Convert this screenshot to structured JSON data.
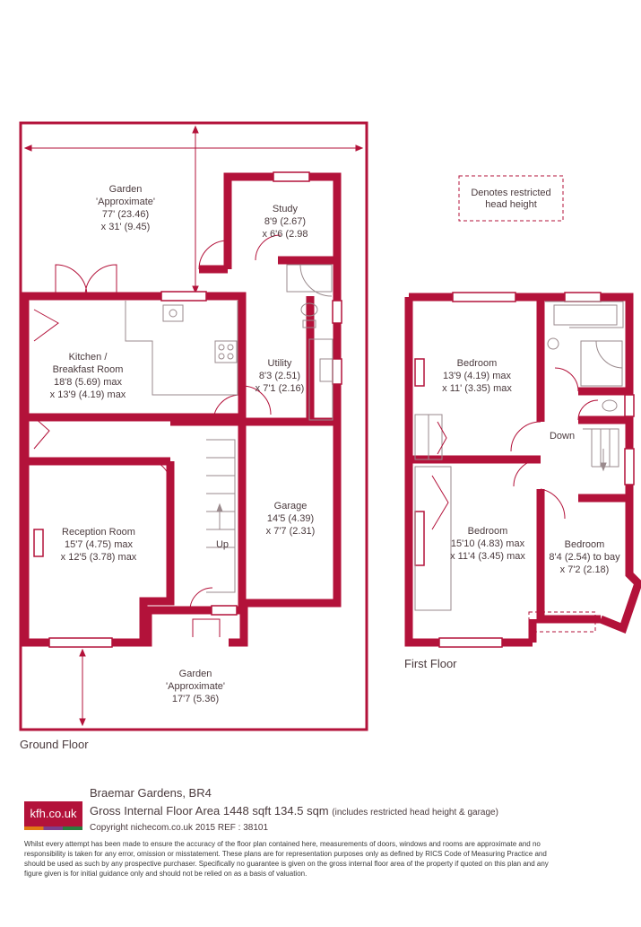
{
  "rooms": {
    "garden_top": {
      "name": "Garden",
      "note": "'Approximate'",
      "dim1": "77' (23.46)",
      "dim2": "x 31' (9.45)"
    },
    "study": {
      "name": "Study",
      "dim1": "8'9 (2.67)",
      "dim2": "x 6'6 (2.98"
    },
    "kitchen": {
      "name1": "Kitchen /",
      "name2": "Breakfast Room",
      "dim1": "18'8 (5.69) max",
      "dim2": "x 13'9 (4.19) max"
    },
    "utility": {
      "name": "Utility",
      "dim1": "8'3 (2.51)",
      "dim2": "x 7'1 (2.16)"
    },
    "garage": {
      "name": "Garage",
      "dim1": "14'5 (4.39)",
      "dim2": "x 7'7 (2.31)"
    },
    "reception": {
      "name": "Reception Room",
      "dim1": "15'7 (4.75) max",
      "dim2": "x 12'5 (3.78) max"
    },
    "garden_bottom": {
      "name": "Garden",
      "note": "'Approximate'",
      "dim": "17'7 (5.36)"
    },
    "bedroom1": {
      "name": "Bedroom",
      "dim1": "13'9 (4.19) max",
      "dim2": "x 11' (3.35) max"
    },
    "bedroom2": {
      "name": "Bedroom",
      "dim1": "15'10 (4.83) max",
      "dim2": "x 11'4 (3.45) max"
    },
    "bedroom3": {
      "name": "Bedroom",
      "dim1": "8'4 (2.54) to bay",
      "dim2": "x 7'2 (2.18)"
    }
  },
  "stairs": {
    "up": "Up",
    "down": "Down"
  },
  "legend": {
    "line1": "Denotes restricted",
    "line2": "head height"
  },
  "floors": {
    "ground": "Ground Floor",
    "first": "First Floor"
  },
  "footer": {
    "logo": "kfh.co.uk",
    "address": "Braemar Gardens, BR4",
    "area": "Gross Internal Floor Area 1448 sqft 134.5 sqm",
    "area_note": "(includes restricted head height & garage)",
    "copyright": "Copyright nichecom.co.uk 2015 REF : 38101",
    "disclaimer": "Whilst every attempt has been made to ensure the accuracy of the floor plan contained here, measurements of doors, windows and rooms are approximate and no responsibility is taken for any error, omission or misstatement. These plans are for representation purposes only as defined by RICS Code of Measuring Practice and should be used as such by any prospective purchaser. Specifically no guarantee is given on the gross internal floor area of the property if quoted on this plan and any figure given is for initial guidance only and should not be relied on as a basis of valuation."
  },
  "colors": {
    "wall": "#b3123a",
    "text": "#4a3a3d",
    "fixture": "#9a8a8d"
  }
}
